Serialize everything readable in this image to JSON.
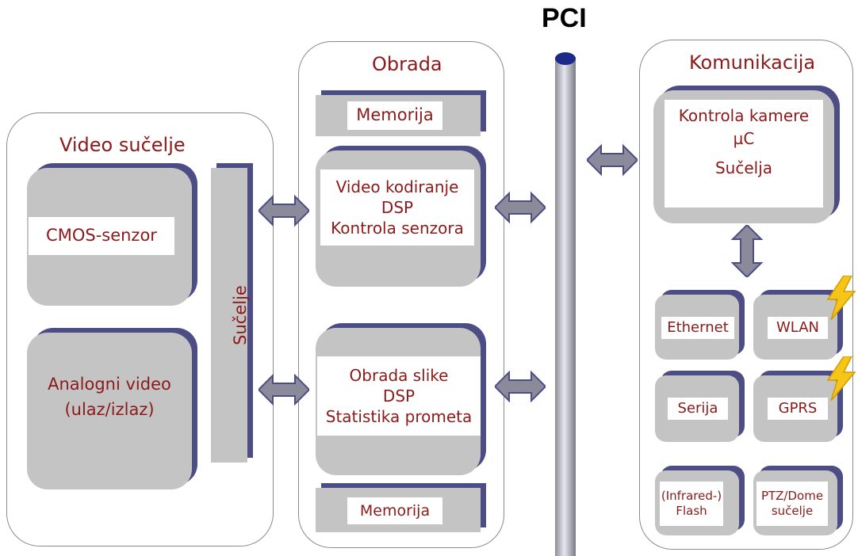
{
  "bus_label": "PCI",
  "video_panel": {
    "title": "Video sučelje",
    "cmos": "CMOS-senzor",
    "analog": [
      "Analogni video",
      "(ulaz/izlaz)"
    ],
    "interface": "Sučelje"
  },
  "processing_panel": {
    "title": "Obrada",
    "memory_top": "Memorija",
    "video_coding": [
      "Video kodiranje",
      "DSP",
      "Kontrola senzora"
    ],
    "image_processing": [
      "Obrada slike",
      "DSP",
      "Statistika prometa"
    ],
    "memory_bottom": "Memorija"
  },
  "comm_panel": {
    "title": "Komunikacija",
    "camera_control": [
      "Kontrola kamere",
      "µC",
      "Sučelja"
    ],
    "ethernet": "Ethernet",
    "wlan": "WLAN",
    "serial": "Serija",
    "gprs": "GPRS",
    "flash": [
      "(Infrared-)",
      "Flash"
    ],
    "ptz": [
      "PTZ/Dome",
      "sučelje"
    ]
  },
  "icons": {
    "arrow": "double-arrow-icon",
    "wireless": "lightning-icon"
  },
  "colors": {
    "text": "#8b1a1a",
    "block": "#c4c4c4",
    "shadow": "#4d4d86",
    "lightning": "#f5c518"
  }
}
